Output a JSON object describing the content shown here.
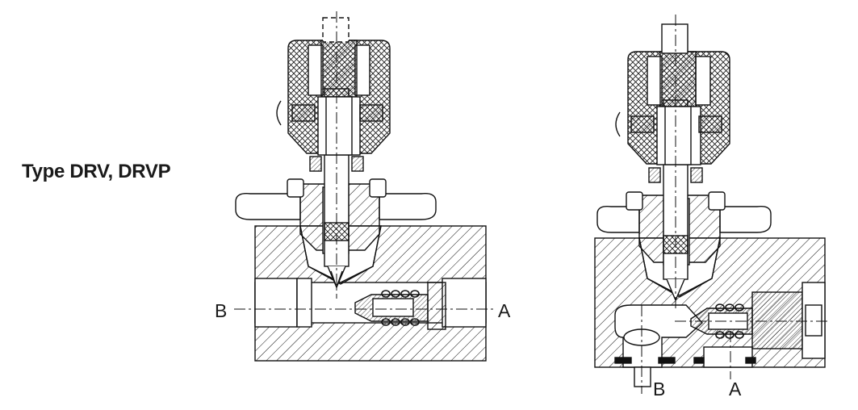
{
  "title": "Type DRV, DRVP",
  "views": {
    "drv": {
      "port_left": "B",
      "port_right": "A"
    },
    "drvp": {
      "port_left": "B",
      "port_right": "A"
    }
  }
}
